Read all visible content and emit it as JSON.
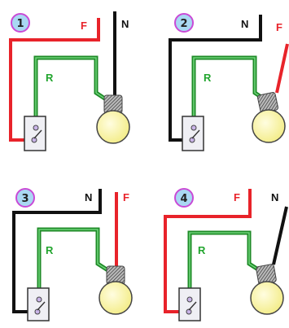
{
  "panels": [
    {
      "number": "1",
      "labels": {
        "phase": "F",
        "neutral": "N",
        "return": "R"
      }
    },
    {
      "number": "2",
      "labels": {
        "phase": "F",
        "neutral": "N",
        "return": "R"
      }
    },
    {
      "number": "3",
      "labels": {
        "phase": "F",
        "neutral": "N",
        "return": "R"
      }
    },
    {
      "number": "4",
      "labels": {
        "phase": "F",
        "neutral": "N",
        "return": "R"
      }
    }
  ],
  "colors": {
    "phase": "#e8232a",
    "neutral": "#111111",
    "return": "#22a52e",
    "badge_fill": "#a9d8f3",
    "badge_stroke": "#c94ad6",
    "bulb_fill": "#f8f49a",
    "socket_fill": "#6b6b6b",
    "switch_body": "#efeff4"
  }
}
